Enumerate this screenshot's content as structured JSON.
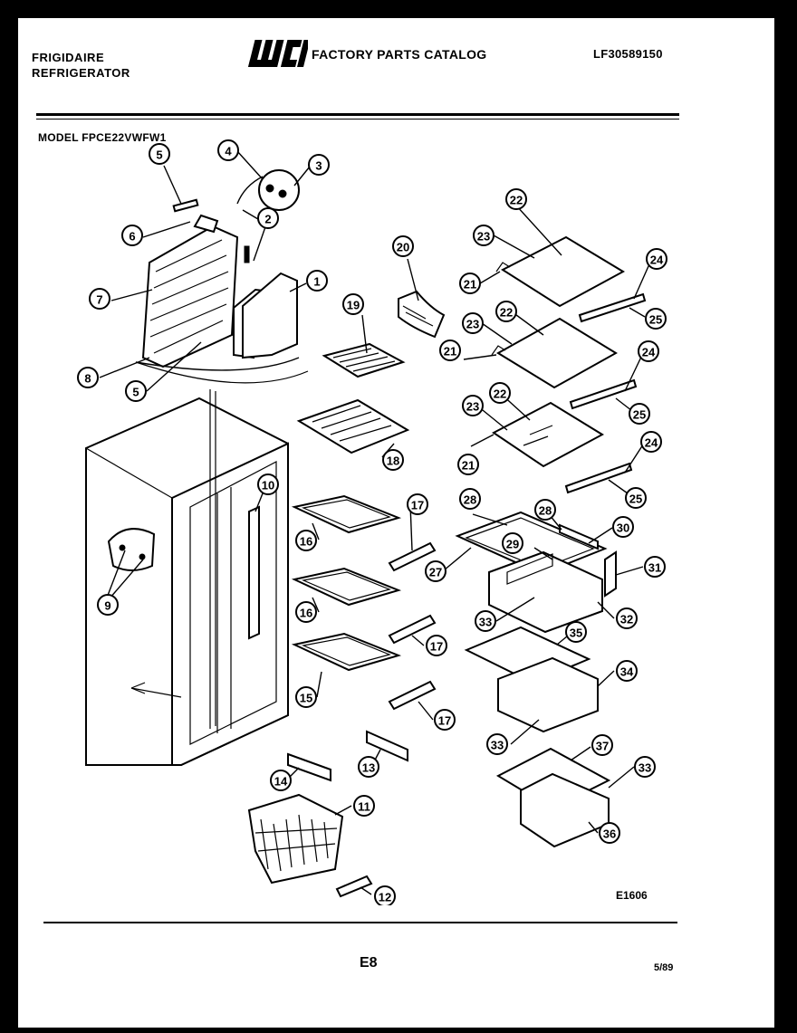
{
  "header": {
    "brand_line1": "FRIGIDAIRE",
    "brand_line2": "REFRIGERATOR",
    "logo_text": "WCI",
    "catalog_title": "FACTORY PARTS CATALOG",
    "catalog_number": "LF30589150"
  },
  "model": "MODEL FPCE22VWFW1",
  "callouts": [
    {
      "id": "c5a",
      "label": "5"
    },
    {
      "id": "c4",
      "label": "4"
    },
    {
      "id": "c3",
      "label": "3"
    },
    {
      "id": "c2",
      "label": "2"
    },
    {
      "id": "c6",
      "label": "6"
    },
    {
      "id": "c1",
      "label": "1"
    },
    {
      "id": "c7",
      "label": "7"
    },
    {
      "id": "c8",
      "label": "8"
    },
    {
      "id": "c5b",
      "label": "5"
    },
    {
      "id": "c20",
      "label": "20"
    },
    {
      "id": "c19",
      "label": "19"
    },
    {
      "id": "c18",
      "label": "18"
    },
    {
      "id": "c22a",
      "label": "22"
    },
    {
      "id": "c23a",
      "label": "23"
    },
    {
      "id": "c21a",
      "label": "21"
    },
    {
      "id": "c24a",
      "label": "24"
    },
    {
      "id": "c25a",
      "label": "25"
    },
    {
      "id": "c22b",
      "label": "22"
    },
    {
      "id": "c23b",
      "label": "23"
    },
    {
      "id": "c21b",
      "label": "21"
    },
    {
      "id": "c24b",
      "label": "24"
    },
    {
      "id": "c25b",
      "label": "25"
    },
    {
      "id": "c22c",
      "label": "22"
    },
    {
      "id": "c23c",
      "label": "23"
    },
    {
      "id": "c21c",
      "label": "21"
    },
    {
      "id": "c24c",
      "label": "24"
    },
    {
      "id": "c25c",
      "label": "25"
    },
    {
      "id": "c10",
      "label": "10"
    },
    {
      "id": "c9",
      "label": "9"
    },
    {
      "id": "c17a",
      "label": "17"
    },
    {
      "id": "c16a",
      "label": "16"
    },
    {
      "id": "c16b",
      "label": "16"
    },
    {
      "id": "c17b",
      "label": "17"
    },
    {
      "id": "c15",
      "label": "15"
    },
    {
      "id": "c17c",
      "label": "17"
    },
    {
      "id": "c13",
      "label": "13"
    },
    {
      "id": "c14",
      "label": "14"
    },
    {
      "id": "c11",
      "label": "11"
    },
    {
      "id": "c12",
      "label": "12"
    },
    {
      "id": "c28a",
      "label": "28"
    },
    {
      "id": "c28b",
      "label": "28"
    },
    {
      "id": "c30",
      "label": "30"
    },
    {
      "id": "c29",
      "label": "29"
    },
    {
      "id": "c27",
      "label": "27"
    },
    {
      "id": "c31",
      "label": "31"
    },
    {
      "id": "c33a",
      "label": "33"
    },
    {
      "id": "c32",
      "label": "32"
    },
    {
      "id": "c35",
      "label": "35"
    },
    {
      "id": "c34",
      "label": "34"
    },
    {
      "id": "c33b",
      "label": "33"
    },
    {
      "id": "c37",
      "label": "37"
    },
    {
      "id": "c33c",
      "label": "33"
    },
    {
      "id": "c36",
      "label": "36"
    }
  ],
  "figure_ref": "E1606",
  "footer": {
    "page_number": "E8",
    "date": "5/89"
  }
}
